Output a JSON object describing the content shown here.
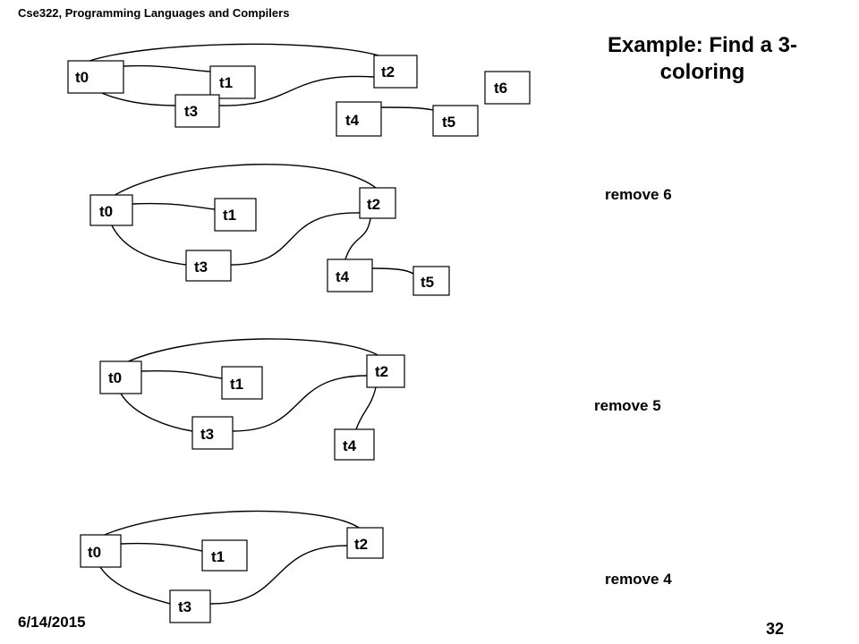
{
  "slide": {
    "header": "Cse322, Programming Languages and Compilers",
    "title_line1": "Example: Find a 3-",
    "title_line2": "coloring",
    "date": "6/14/2015",
    "page_number": "32"
  },
  "steps": [
    {
      "caption": "",
      "nodes": [
        "t0",
        "t1",
        "t2",
        "t3",
        "t4",
        "t5",
        "t6"
      ]
    },
    {
      "caption": "remove 6",
      "nodes": [
        "t0",
        "t1",
        "t2",
        "t3",
        "t4",
        "t5"
      ]
    },
    {
      "caption": "remove 5",
      "nodes": [
        "t0",
        "t1",
        "t2",
        "t3",
        "t4"
      ]
    },
    {
      "caption": "remove 4",
      "nodes": [
        "t0",
        "t1",
        "t2",
        "t3"
      ]
    }
  ]
}
